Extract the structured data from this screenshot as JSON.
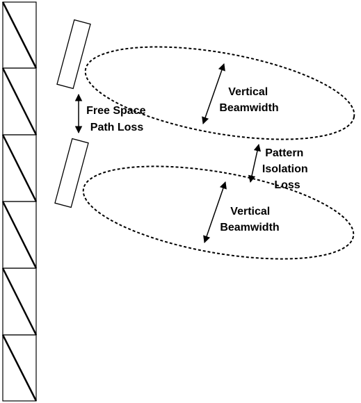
{
  "labels": {
    "upper_beamwidth": [
      "Vertical",
      "Beamwidth"
    ],
    "lower_beamwidth": [
      "Vertical",
      "Beamwidth"
    ],
    "free_space": [
      "Free Space",
      "Path Loss"
    ],
    "pattern_isolation": [
      "Pattern",
      "Isolation",
      "Loss"
    ]
  },
  "colors": {
    "stroke": "#000000",
    "background": "#ffffff"
  },
  "tower_sections": 6
}
